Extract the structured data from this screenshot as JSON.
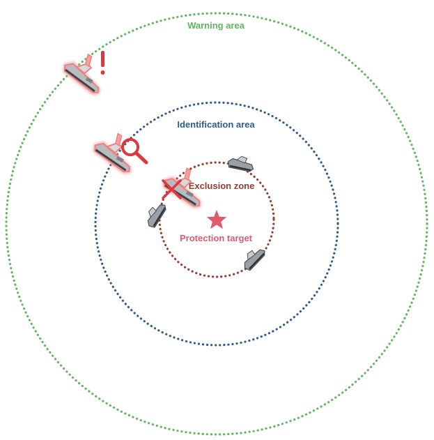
{
  "zones": {
    "warning": {
      "label": "Warning area",
      "color": "#5cb85c"
    },
    "identification": {
      "label": "Identification area",
      "color": "#2f5b8f"
    },
    "exclusion": {
      "label": "Exclusion zone",
      "color": "#9a3b2f"
    }
  },
  "target": {
    "label": "Protection target",
    "color": "#e05a6e",
    "icon": "star-icon"
  },
  "markers": {
    "warning_icon": "exclamation-icon",
    "identify_icon": "magnifier-icon",
    "exclude_icon": "cross-icon",
    "alert_color": "#e0363f"
  },
  "vessels": {
    "intruder_color": "#f2a0a0",
    "patrol_color": "#555b63"
  }
}
